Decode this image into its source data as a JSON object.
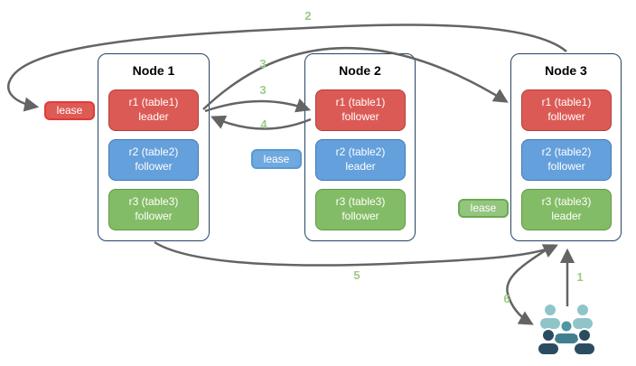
{
  "nodes": [
    {
      "title": "Node 1",
      "replicas": [
        {
          "name": "r1 (table1)",
          "role": "leader",
          "color": "red"
        },
        {
          "name": "r2 (table2)",
          "role": "follower",
          "color": "blue"
        },
        {
          "name": "r3 (table3)",
          "role": "follower",
          "color": "green"
        }
      ]
    },
    {
      "title": "Node 2",
      "replicas": [
        {
          "name": "r1 (table1)",
          "role": "follower",
          "color": "red"
        },
        {
          "name": "r2 (table2)",
          "role": "leader",
          "color": "blue"
        },
        {
          "name": "r3 (table3)",
          "role": "follower",
          "color": "green"
        }
      ]
    },
    {
      "title": "Node 3",
      "replicas": [
        {
          "name": "r1 (table1)",
          "role": "follower",
          "color": "red"
        },
        {
          "name": "r2 (table2)",
          "role": "follower",
          "color": "blue"
        },
        {
          "name": "r3 (table3)",
          "role": "leader",
          "color": "green"
        }
      ]
    }
  ],
  "leases": [
    {
      "label": "lease",
      "color": "red"
    },
    {
      "label": "lease",
      "color": "blue"
    },
    {
      "label": "lease",
      "color": "green"
    }
  ],
  "steps": [
    {
      "label": "2"
    },
    {
      "label": "3"
    },
    {
      "label": "3"
    },
    {
      "label": "4"
    },
    {
      "label": "5"
    },
    {
      "label": "6"
    },
    {
      "label": "1"
    }
  ],
  "colors": {
    "replica_red": "#dc5a55",
    "replica_red_border": "#b23f3b",
    "replica_blue": "#64a0dc",
    "replica_blue_border": "#4678b4",
    "replica_green": "#83bc66",
    "replica_green_border": "#5e9a44",
    "lease_red_border": "#e23b36",
    "lease_blue_fill": "#70a9de",
    "lease_green_fill": "#94c57e",
    "node_border": "#254463",
    "arrow_gray": "#646464",
    "step_label_green": "#9cca84",
    "users_light_teal": "#8fc5c9",
    "users_medium_teal": "#4e96a0",
    "users_dark_slate": "#2b4c60"
  }
}
